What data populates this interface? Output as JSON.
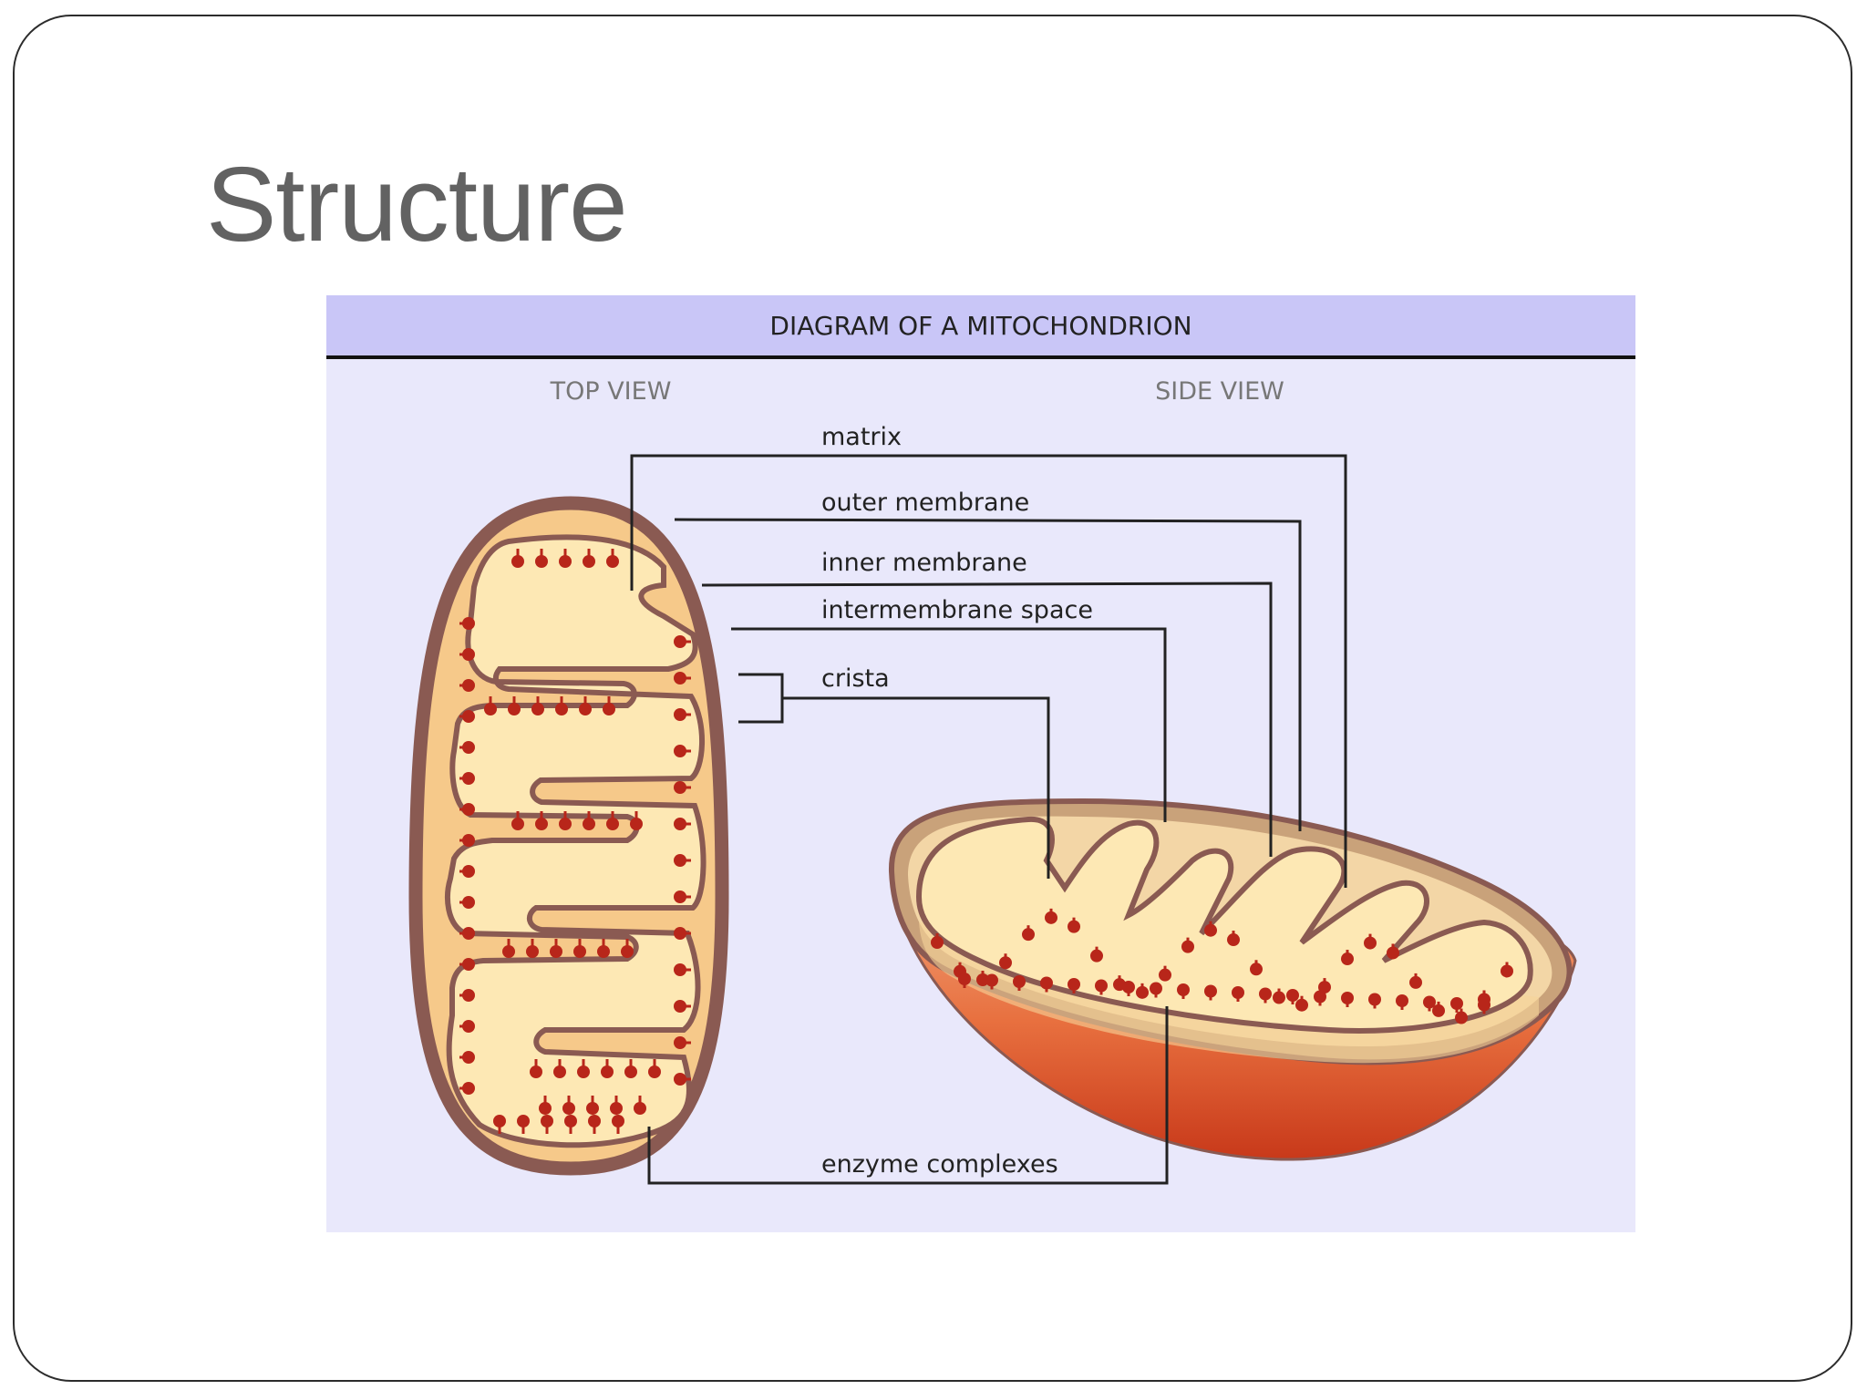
{
  "slide": {
    "title": "Structure"
  },
  "diagram": {
    "title": "DIAGRAM OF A MITOCHONDRION",
    "views": {
      "top": "TOP VIEW",
      "side": "SIDE VIEW"
    },
    "labels": {
      "matrix": "matrix",
      "outer_membrane": "outer membrane",
      "inner_membrane": "inner membrane",
      "intermembrane_space": "intermembrane space",
      "crista": "crista",
      "enzyme_complexes": "enzyme complexes"
    },
    "colors": {
      "panel_background": "#e9e8fb",
      "header_band": "#c9c6f7",
      "outer_membrane": "#8a5a52",
      "intermembrane_space": "#f6c98a",
      "matrix": "#fde8b4",
      "enzyme_complex": "#b8261a",
      "side_shell": "#e0592f"
    }
  }
}
